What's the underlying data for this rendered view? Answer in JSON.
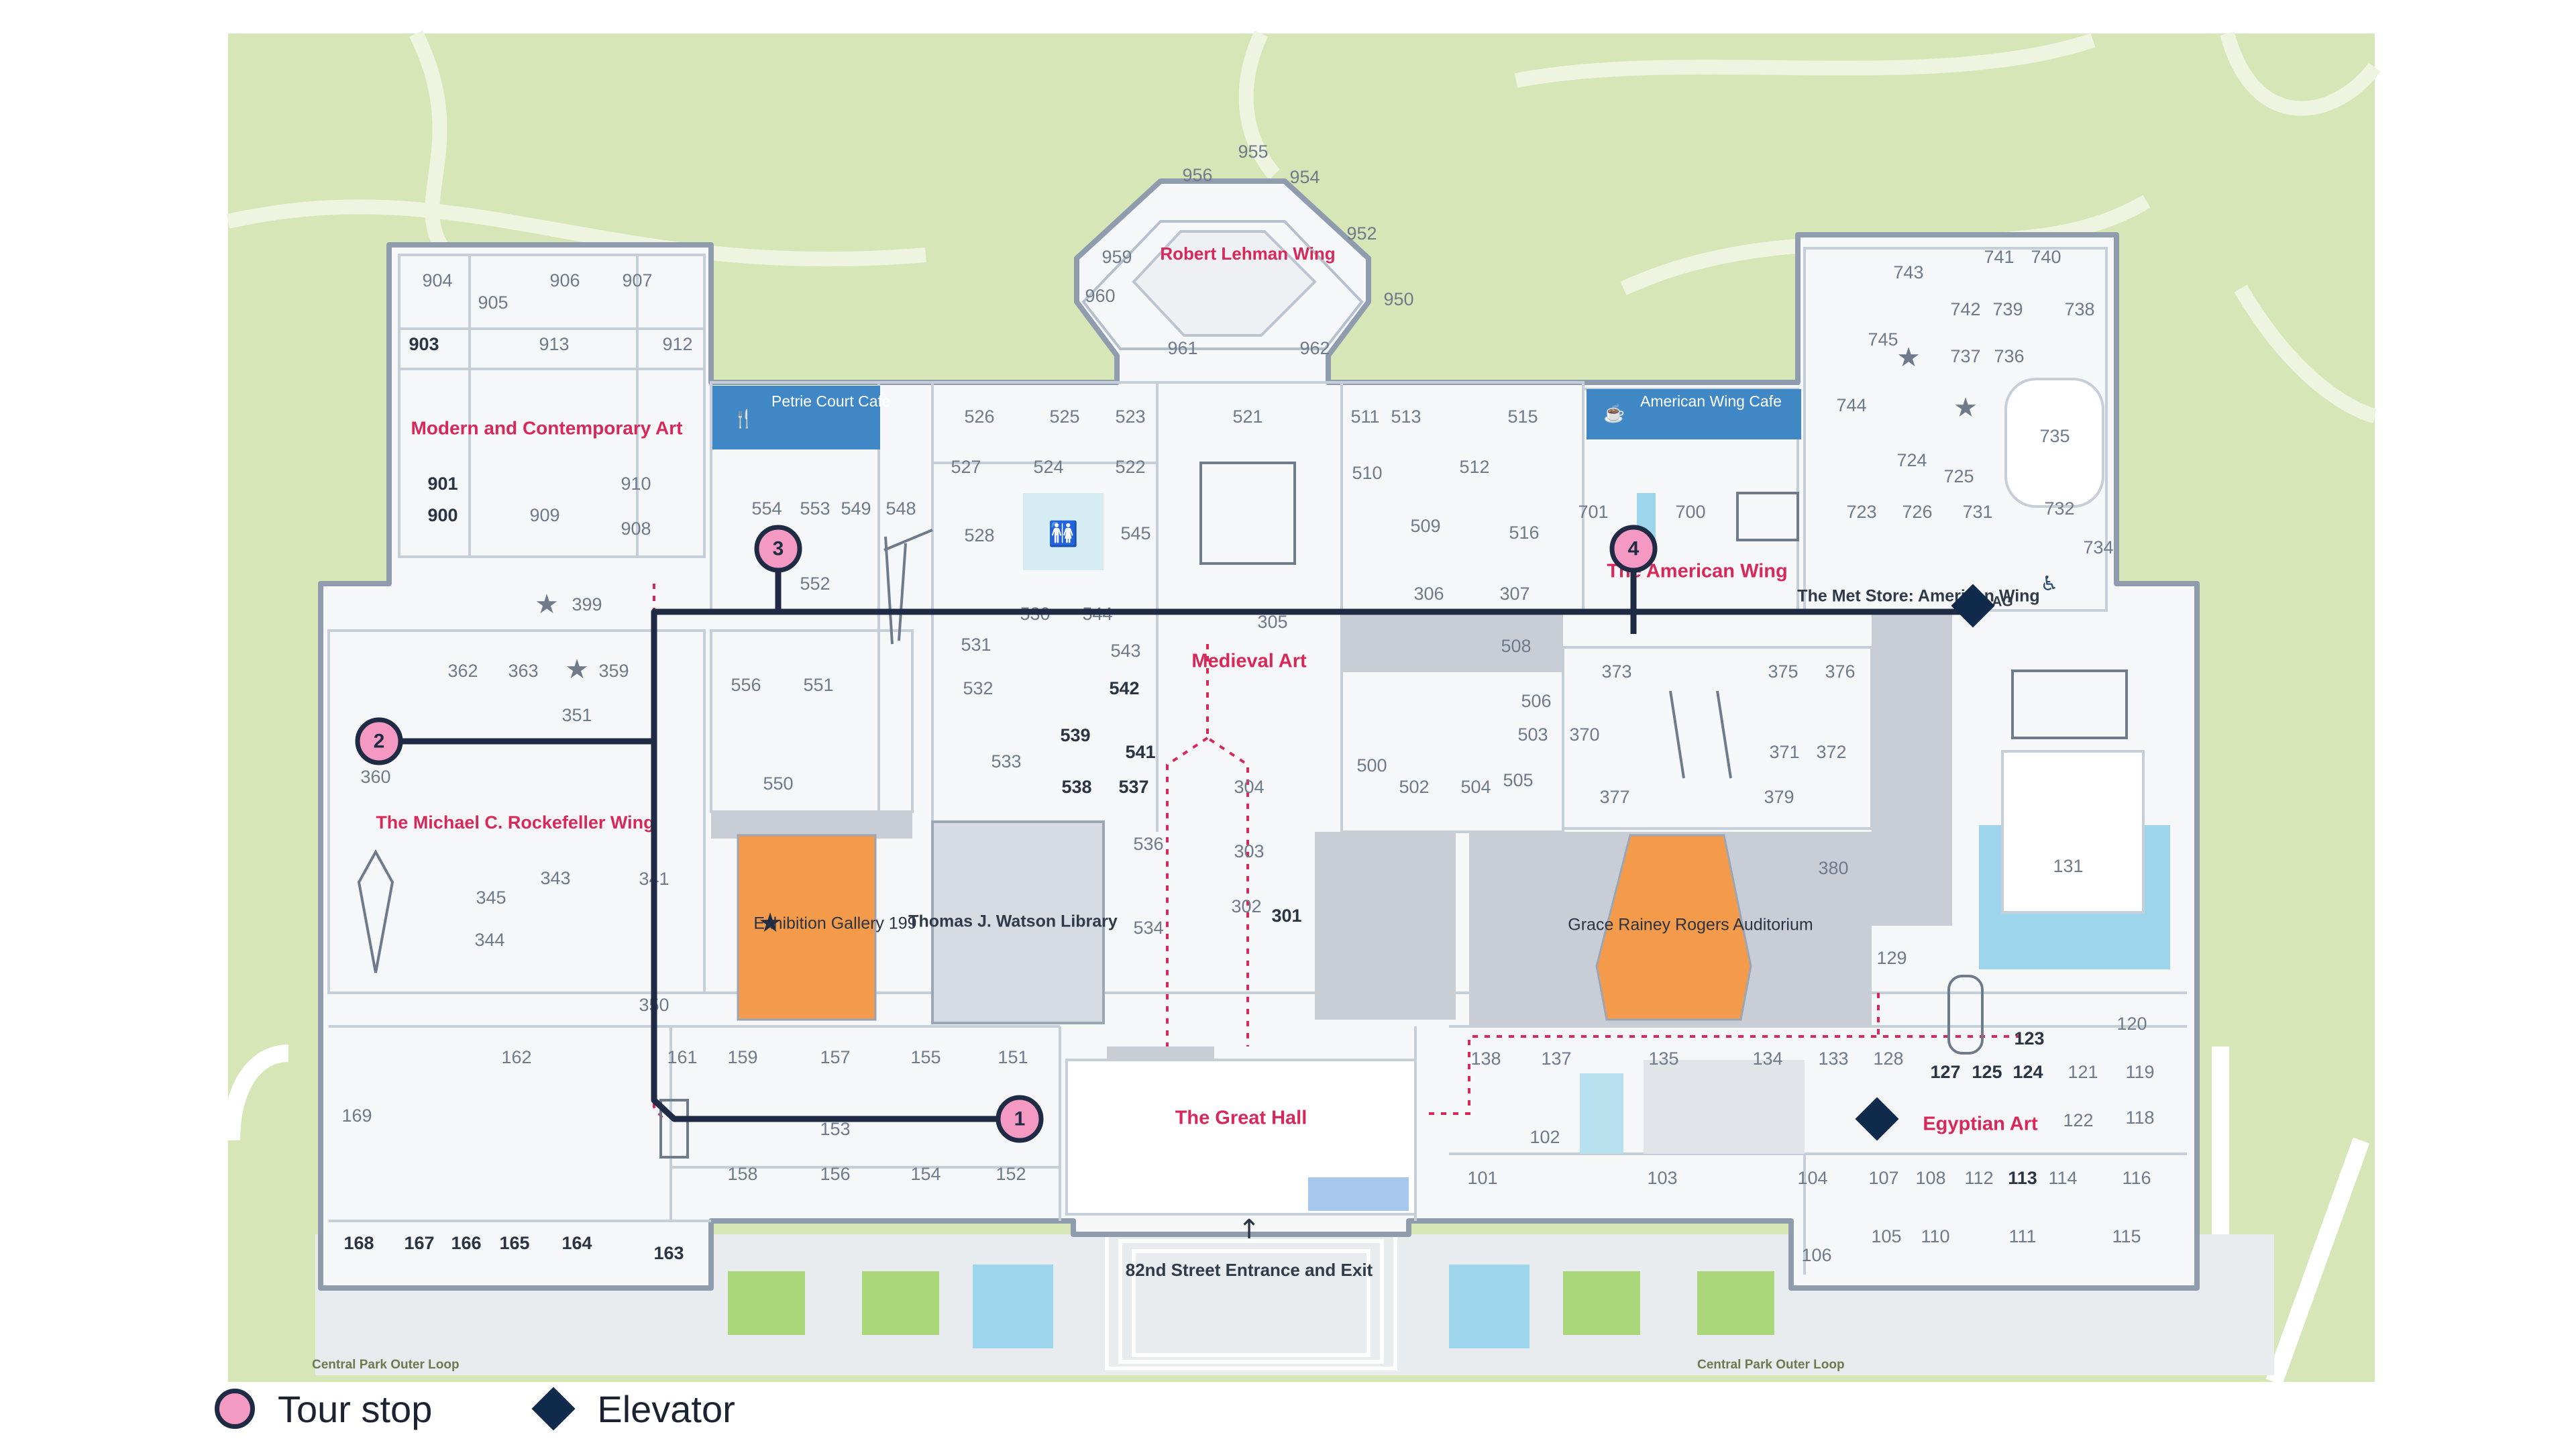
{
  "colors": {
    "park": "#d7e6b6",
    "floor": "#f6f7f9",
    "wall": "#9aa6b6",
    "accent": "#d8285a",
    "exhibition": "#f39b4a",
    "route": "#1f2a44",
    "stop_fill": "#f49ac2",
    "cafe": "#3f88c5",
    "pool": "#9dd6ec",
    "elevator": "#102a4c"
  },
  "roads": {
    "left": "Central Park Outer Loop",
    "right": "Central Park Outer Loop"
  },
  "wings": {
    "lehman": "Robert Lehman Wing",
    "modern": "Modern and Contemporary Art",
    "american": "The American Wing",
    "rockefeller": "The Michael C. Rockefeller Wing",
    "medieval": "Medieval Art",
    "great_hall": "The Great Hall",
    "egyptian": "Egyptian Art"
  },
  "places": {
    "petrie_cafe": "Petrie Court Cafe",
    "american_cafe": "American Wing Cafe",
    "exhibition": "Exhibition Gallery 199",
    "library": "Thomas J. Watson Library",
    "auditorium": "Grace Rainey Rogers Auditorium",
    "met_store": "The Met Store: American Wing",
    "entrance": "82nd Street Entrance and Exit",
    "ag": "AG"
  },
  "rooms": {
    "955": "955",
    "956": "956",
    "954": "954",
    "952": "952",
    "959": "959",
    "960": "960",
    "950": "950",
    "961": "961",
    "962": "962",
    "904": "904",
    "905": "905",
    "906": "906",
    "907": "907",
    "903": "903",
    "913": "913",
    "912": "912",
    "901": "901",
    "910": "910",
    "900": "900",
    "909": "909",
    "908": "908",
    "526": "526",
    "525": "525",
    "523": "523",
    "521": "521",
    "511": "511",
    "513": "513",
    "515": "515",
    "527": "527",
    "524": "524",
    "522": "522",
    "510": "510",
    "512": "512",
    "528": "528",
    "509": "509",
    "516": "516",
    "554": "554",
    "553": "553",
    "549": "549",
    "548": "548",
    "545": "545",
    "552": "552",
    "306": "306",
    "307": "307",
    "530": "530",
    "544": "544",
    "305": "305",
    "531": "531",
    "543": "543",
    "532": "532",
    "542": "542",
    "539": "539",
    "541": "541",
    "538": "538",
    "537": "537",
    "533": "533",
    "556": "556",
    "551": "551",
    "550": "550",
    "536": "536",
    "534": "534",
    "508": "508",
    "506": "506",
    "503": "503",
    "500": "500",
    "502": "502",
    "504": "504",
    "505": "505",
    "304": "304",
    "303": "303",
    "302": "302",
    "301": "301",
    "399": "399",
    "362": "362",
    "363": "363",
    "359": "359",
    "351": "351",
    "360": "360",
    "343": "343",
    "345": "345",
    "344": "344",
    "341": "341",
    "370": "370",
    "350": "350",
    "743": "743",
    "741": "741",
    "740": "740",
    "742": "742",
    "739": "739",
    "738": "738",
    "745": "745",
    "737": "737",
    "736": "736",
    "744": "744",
    "735": "735",
    "724": "724",
    "725": "725",
    "700": "700",
    "701": "701",
    "723": "723",
    "726": "726",
    "731": "731",
    "732": "732",
    "734": "734",
    "373": "373",
    "375": "375",
    "376": "376",
    "371": "371",
    "372": "372",
    "377": "377",
    "379": "379",
    "380": "380",
    "129": "129",
    "131": "131",
    "162": "162",
    "161": "161",
    "159": "159",
    "157": "157",
    "155": "155",
    "151": "151",
    "169": "169",
    "153": "153",
    "158": "158",
    "156": "156",
    "154": "154",
    "152": "152",
    "168": "168",
    "167": "167",
    "166": "166",
    "165": "165",
    "164": "164",
    "163": "163",
    "138": "138",
    "137": "137",
    "135": "135",
    "134": "134",
    "133": "133",
    "128": "128",
    "123": "123",
    "120": "120",
    "127": "127",
    "125": "125",
    "124": "124",
    "121": "121",
    "119": "119",
    "102": "102",
    "122": "122",
    "118": "118",
    "101": "101",
    "103": "103",
    "104": "104",
    "107": "107",
    "108": "108",
    "112": "112",
    "113": "113",
    "114": "114",
    "116": "116",
    "106": "106",
    "105": "105",
    "110": "110",
    "111": "111",
    "115": "115"
  },
  "tour_stops": [
    "1",
    "2",
    "3",
    "4"
  ],
  "legend": {
    "tour_stop": "Tour stop",
    "elevator": "Elevator"
  }
}
